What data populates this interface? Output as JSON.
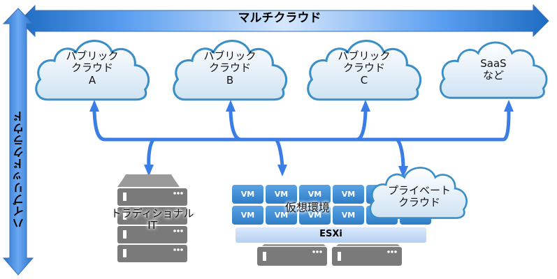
{
  "title": "Multi-cloud and Hybrid-cloud diagram",
  "arrows": {
    "horizontal_label": "マルチクラウド",
    "vertical_label": "ハイブリッドクラウド"
  },
  "clouds": [
    {
      "line1": "パブリック",
      "line2": "クラウド",
      "line3": "A"
    },
    {
      "line1": "パブリック",
      "line2": "クラウド",
      "line3": "B"
    },
    {
      "line1": "パブリック",
      "line2": "クラウド",
      "line3": "C"
    },
    {
      "line1": "SaaS",
      "line2": "など",
      "line3": ""
    }
  ],
  "traditional_it": {
    "line1": "トラディショナル",
    "line2": "IT"
  },
  "virtual": {
    "label": "仮想環境",
    "vm_label": "VM",
    "hypervisor": "ESXi"
  },
  "private_cloud": {
    "line1": "プライベート",
    "line2": "クラウド"
  },
  "colors": {
    "arrow_dark": "#1f6fc4",
    "arrow_light": "#cfe2fb",
    "cloud_stroke": "#3a8fc9",
    "connector": "#3b7de6",
    "vm_fill": "#3f8fd6",
    "esxi_fill": "#c8def8",
    "server_gray": "#7a7a7a"
  }
}
